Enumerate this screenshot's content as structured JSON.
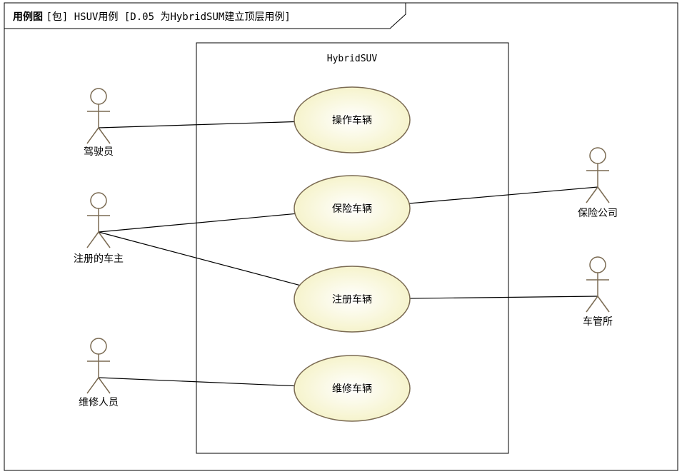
{
  "frame": {
    "kind": "用例图",
    "rest": "[包] HSUV用例 [D.05 为HybridSUM建立顶层用例]"
  },
  "system": {
    "name": "HybridSUV"
  },
  "usecases": [
    {
      "id": "uc1",
      "label": "操作车辆"
    },
    {
      "id": "uc2",
      "label": "保险车辆"
    },
    {
      "id": "uc3",
      "label": "注册车辆"
    },
    {
      "id": "uc4",
      "label": "维修车辆"
    }
  ],
  "actors": [
    {
      "id": "a1",
      "label": "驾驶员"
    },
    {
      "id": "a2",
      "label": "注册的车主"
    },
    {
      "id": "a3",
      "label": "维修人员"
    },
    {
      "id": "a4",
      "label": "保险公司"
    },
    {
      "id": "a5",
      "label": "车管所"
    }
  ],
  "associations": [
    {
      "actor": "a1",
      "usecase": "uc1"
    },
    {
      "actor": "a2",
      "usecase": "uc2"
    },
    {
      "actor": "a2",
      "usecase": "uc3"
    },
    {
      "actor": "a3",
      "usecase": "uc4"
    },
    {
      "actor": "a4",
      "usecase": "uc2"
    },
    {
      "actor": "a5",
      "usecase": "uc3"
    }
  ],
  "colors": {
    "line": "#000000",
    "actor_stroke": "#7a6a52",
    "usecase_stroke": "#7a6a52",
    "usecase_fill_center": "#ffffff",
    "usecase_fill_edge": "#f4f1c2"
  }
}
